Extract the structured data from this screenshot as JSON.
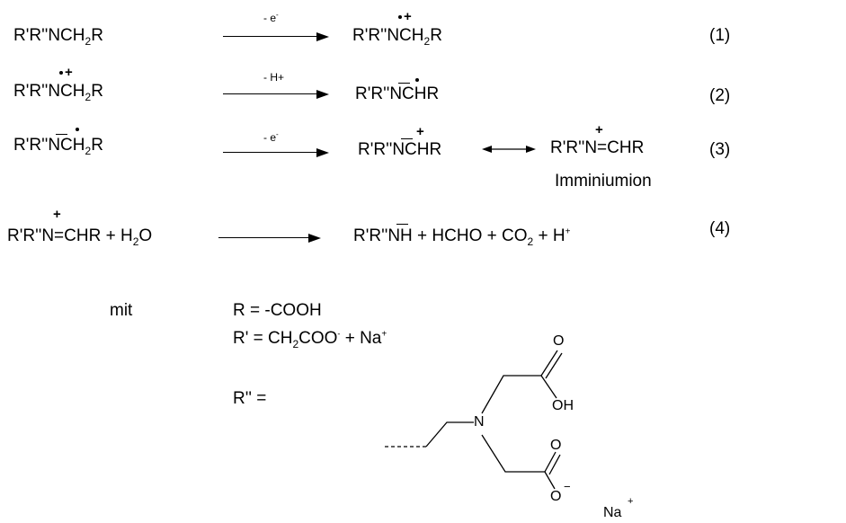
{
  "reactions": [
    {
      "lhs": "R'R''NCH2R",
      "condition": "- e-",
      "rhs": "R'R''N•+CH2R",
      "number": "(1)"
    },
    {
      "lhs": "R'R''N•+CH2R",
      "condition": "- H+",
      "rhs": "R'R''N̄C•HR",
      "number": "(2)"
    },
    {
      "lhs": "R'R''N̄C•H2R",
      "condition": "- e-",
      "rhs": "R'R''N̄+CHR",
      "resonance": "R'R''N+=CHR",
      "resonance_caption": "Imminiumion",
      "number": "(3)"
    },
    {
      "lhs": "R'R''N+=CHR + H2O",
      "rhs": "R'R''N̄H + HCHO + CO2 + H+",
      "number": "(4)"
    }
  ],
  "legend": {
    "intro": "mit",
    "r_def": "R = -COOH",
    "r1_def": "R' = CH2COO- + Na+",
    "r2_label": "R'' =",
    "structure_atoms": {
      "nitrogen": "N",
      "oxygen": "O",
      "hydroxyl": "OH",
      "anion_oxygen": "O",
      "negative": "−",
      "sodium": "Na",
      "sodium_charge": "+"
    }
  }
}
